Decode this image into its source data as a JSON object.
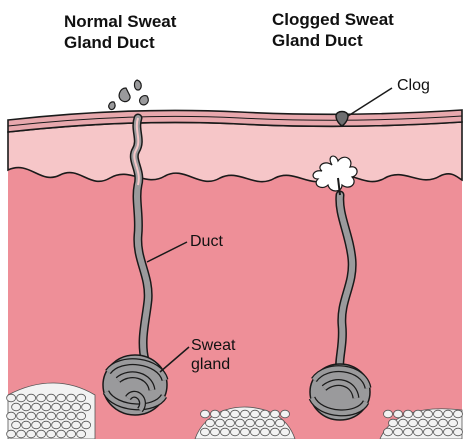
{
  "titles": {
    "normal_line1": "Normal Sweat",
    "normal_line2": "Gland Duct",
    "clogged_line1": "Clogged Sweat",
    "clogged_line2": "Gland Duct"
  },
  "labels": {
    "clog": "Clog",
    "duct": "Duct",
    "gland_line1": "Sweat",
    "gland_line2": "gland"
  },
  "colors": {
    "dermis": "#ee8f98",
    "epidermis": "#f6c6c8",
    "skin_surface": "#e8a8ad",
    "duct": "#9a9a9c",
    "fat": "#f2f2f2",
    "outline": "#1a1a1a"
  }
}
